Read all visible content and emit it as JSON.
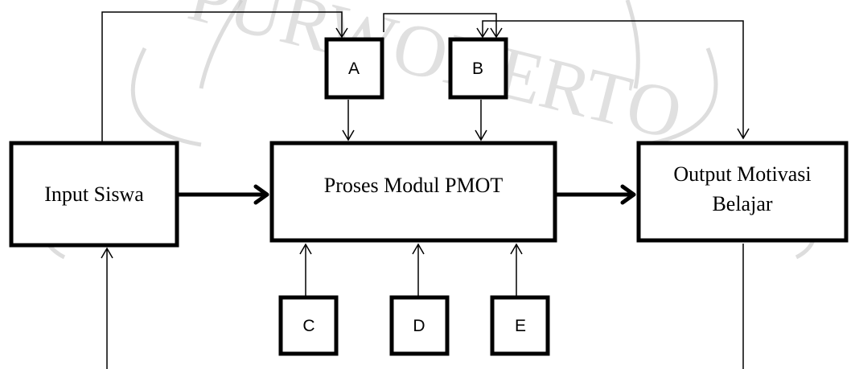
{
  "watermark": {
    "text": "PURWOKERTO"
  },
  "boxes": {
    "input": {
      "label": "Input Siswa"
    },
    "process": {
      "label": "Proses Modul PMOT"
    },
    "output": {
      "line1": "Output Motivasi",
      "line2": "Belajar"
    }
  },
  "factors": {
    "a": "A",
    "b": "B",
    "c": "C",
    "d": "D",
    "e": "E"
  },
  "colors": {
    "line": "#000000",
    "watermark": "#c8c8c8",
    "background": "#ffffff"
  }
}
